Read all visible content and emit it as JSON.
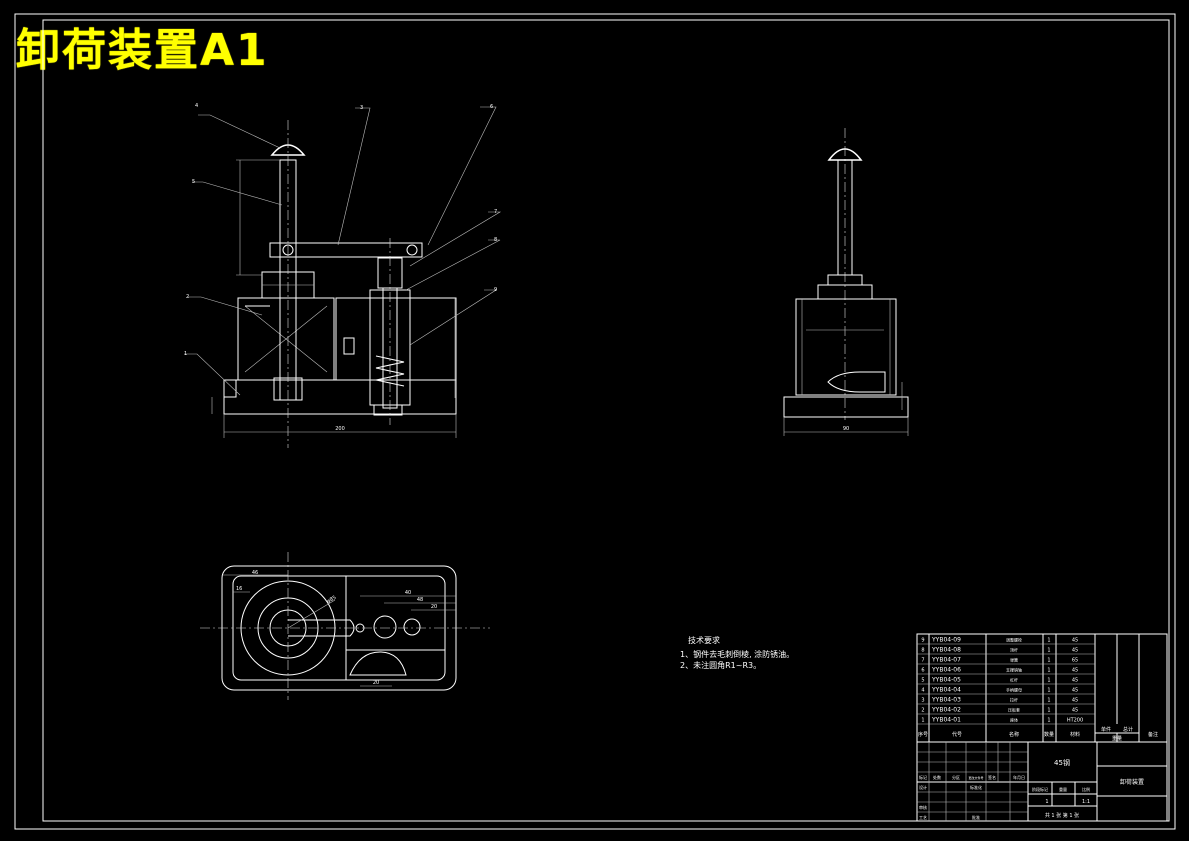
{
  "title": "卸荷装置A1",
  "balloons": [
    "4",
    "3",
    "6",
    "5",
    "7",
    "8",
    "2",
    "9",
    "1"
  ],
  "dimensions": {
    "base_width": "200",
    "side_width": "90",
    "top_left": "46",
    "top_inner": "16",
    "top_dia": "φ85",
    "top_r40": "40",
    "top_r48": "48",
    "top_r20": "20",
    "bottom_20": "20"
  },
  "tech_req": {
    "heading": "技术要求",
    "line1": "1、钢件去毛刺倒棱,  涂防锈油。",
    "line2": "2、未注圆角R1~R3。"
  },
  "bom": [
    {
      "no": "9",
      "code": "YYB04-09",
      "name": "调整螺栓",
      "qty": "1",
      "mat": "45"
    },
    {
      "no": "8",
      "code": "YYB04-08",
      "name": "顶杆",
      "qty": "1",
      "mat": "45"
    },
    {
      "no": "7",
      "code": "YYB04-07",
      "name": "弹簧",
      "qty": "1",
      "mat": "65"
    },
    {
      "no": "6",
      "code": "YYB04-06",
      "name": "支撑销轴",
      "qty": "1",
      "mat": "45"
    },
    {
      "no": "5",
      "code": "YYB04-05",
      "name": "杠杆",
      "qty": "1",
      "mat": "45"
    },
    {
      "no": "4",
      "code": "YYB04-04",
      "name": "手柄螺母",
      "qty": "1",
      "mat": "45"
    },
    {
      "no": "3",
      "code": "YYB04-03",
      "name": "拉杆",
      "qty": "1",
      "mat": "45"
    },
    {
      "no": "2",
      "code": "YYB04-02",
      "name": "压板套",
      "qty": "1",
      "mat": "45"
    },
    {
      "no": "1",
      "code": "YYB04-01",
      "name": "座体",
      "qty": "1",
      "mat": "HT200"
    }
  ],
  "bom_header": {
    "no": "序号",
    "code": "代号",
    "name": "名称",
    "qty": "数量",
    "mat": "材料",
    "single": "单件",
    "total": "总计",
    "weight": "重量",
    "remark": "备注"
  },
  "title_block": {
    "material": "45钢",
    "drawing_name": "卸荷装置",
    "scale_val_1": "1",
    "scale_val_2": "1:1",
    "labels": [
      "标记",
      "处数",
      "分区",
      "更改文件号",
      "签名",
      "年月日",
      "设计",
      "标准化",
      "审核",
      "工艺",
      "批准",
      "阶段标记",
      "重量",
      "比例"
    ],
    "sheet": "共 1 张  第 1 张"
  }
}
